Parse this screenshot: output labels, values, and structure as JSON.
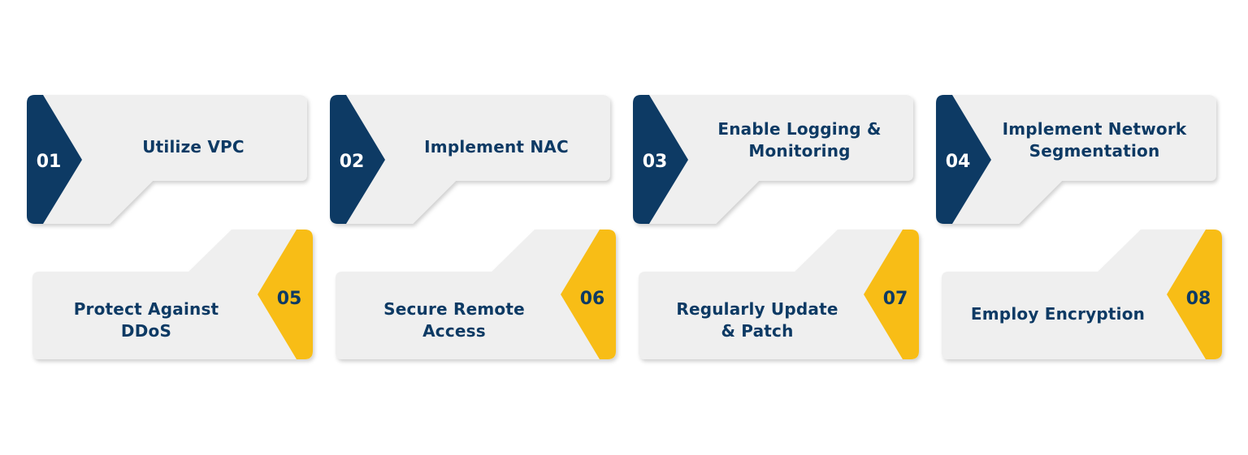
{
  "colors": {
    "card_fill": "#efefef",
    "navy": "#0d3a64",
    "yellow": "#f8bd16",
    "text": "#0d3a64"
  },
  "steps": [
    {
      "number": "01",
      "label": "Utilize VPC"
    },
    {
      "number": "02",
      "label": "Implement NAC"
    },
    {
      "number": "03",
      "label": "Enable Logging &\nMonitoring"
    },
    {
      "number": "04",
      "label": "Implement Network\nSegmentation"
    },
    {
      "number": "05",
      "label": "Protect Against\nDDoS"
    },
    {
      "number": "06",
      "label": "Secure Remote\nAccess"
    },
    {
      "number": "07",
      "label": "Regularly Update\n& Patch"
    },
    {
      "number": "08",
      "label": "Employ Encryption"
    }
  ]
}
